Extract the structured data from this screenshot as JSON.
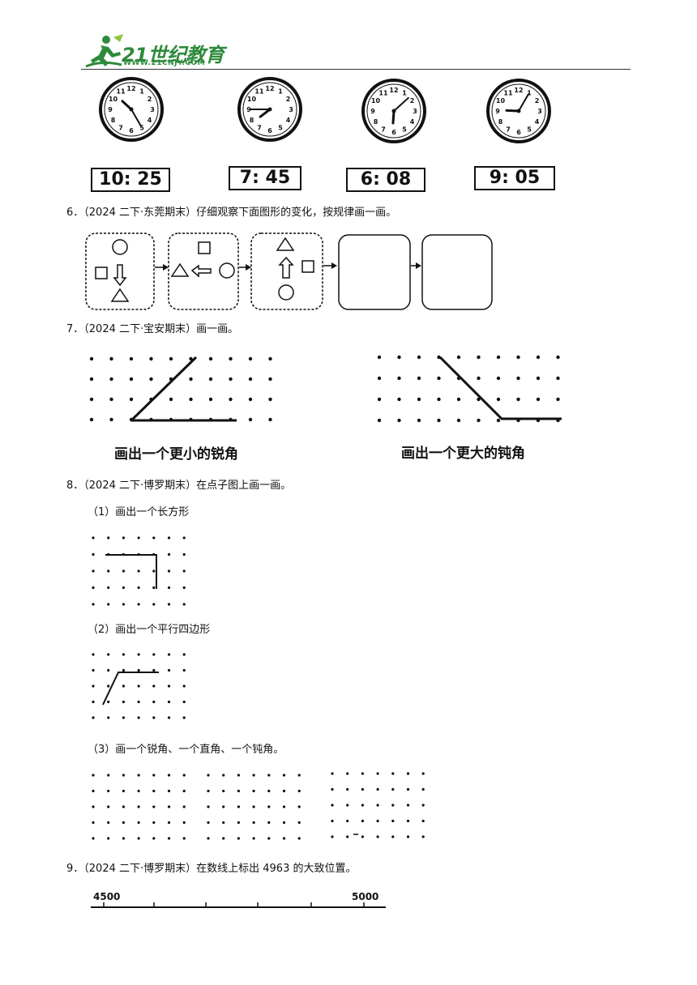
{
  "header": {
    "logo_text": "21世纪教育",
    "logo_url": "WWW.21CNJY.COM"
  },
  "clocks": {
    "times": [
      "10: 25",
      "7: 45",
      "6: 08",
      "9: 05"
    ],
    "numbers": [
      "12",
      "1",
      "2",
      "3",
      "4",
      "5",
      "6",
      "7",
      "8",
      "9",
      "10",
      "11"
    ]
  },
  "q6": {
    "text": "6．（2024 二下·东莞期末）仔细观察下面图形的变化，按规律画一画。"
  },
  "q7": {
    "text": "7．（2024 二下·宝安期末）画一画。",
    "caption_left": "画出一个更小的锐角",
    "caption_right": "画出一个更大的钝角"
  },
  "q8": {
    "text": "8．（2024 二下·博罗期末）在点子图上画一画。",
    "sub1": "（1）画出一个长方形",
    "sub2": "（2）画出一个平行四边形",
    "sub3": "（3）画一个锐角、一个直角、一个钝角。"
  },
  "q9": {
    "text": "9．（2024 二下·博罗期末）在数线上标出 4963 的大致位置。",
    "label_start": "4500",
    "label_end": "5000"
  }
}
